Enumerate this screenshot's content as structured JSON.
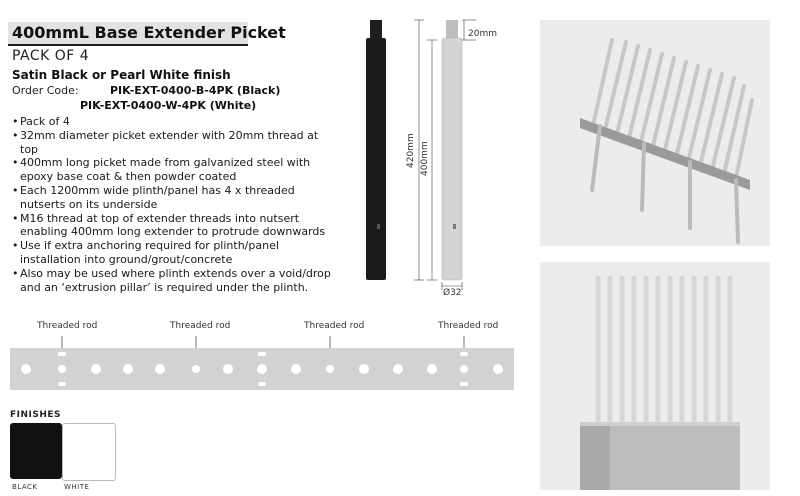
{
  "product": {
    "title": "400mmL Base Extender Picket",
    "pack": "PACK OF 4",
    "finish": "Satin Black or Pearl White finish",
    "order_label": "Order Code:",
    "code_black": "PIK-EXT-0400-B-4PK (Black)",
    "code_white": "PIK-EXT-0400-W-4PK (White)"
  },
  "bullets": [
    "Pack of 4",
    "32mm diameter picket extender with 20mm thread at top",
    "400mm long picket made from galvanized steel with epoxy base coat & then powder coated",
    "Each 1200mm wide plinth/panel has 4 x threaded nutserts on its underside",
    "M16 thread at top of extender threads into nutsert enabling 400mm long extender to protrude downwards",
    "Use if extra anchoring required for plinth/panel installation into ground/grout/concrete",
    "Also may be used where plinth extends over a void/drop and an ‘extrusion pillar’ is required under the plinth."
  ],
  "dimensions": {
    "thread": "20mm",
    "total": "420mm",
    "length": "400mm",
    "diameter": "Ø32"
  },
  "bar_labels": [
    "Threaded rod",
    "Threaded rod",
    "Threaded rod",
    "Threaded rod"
  ],
  "finishes": {
    "title": "FINISHES",
    "black_label": "BLACK",
    "white_label": "WHITE",
    "black_color": "#111111",
    "white_color": "#ffffff"
  }
}
